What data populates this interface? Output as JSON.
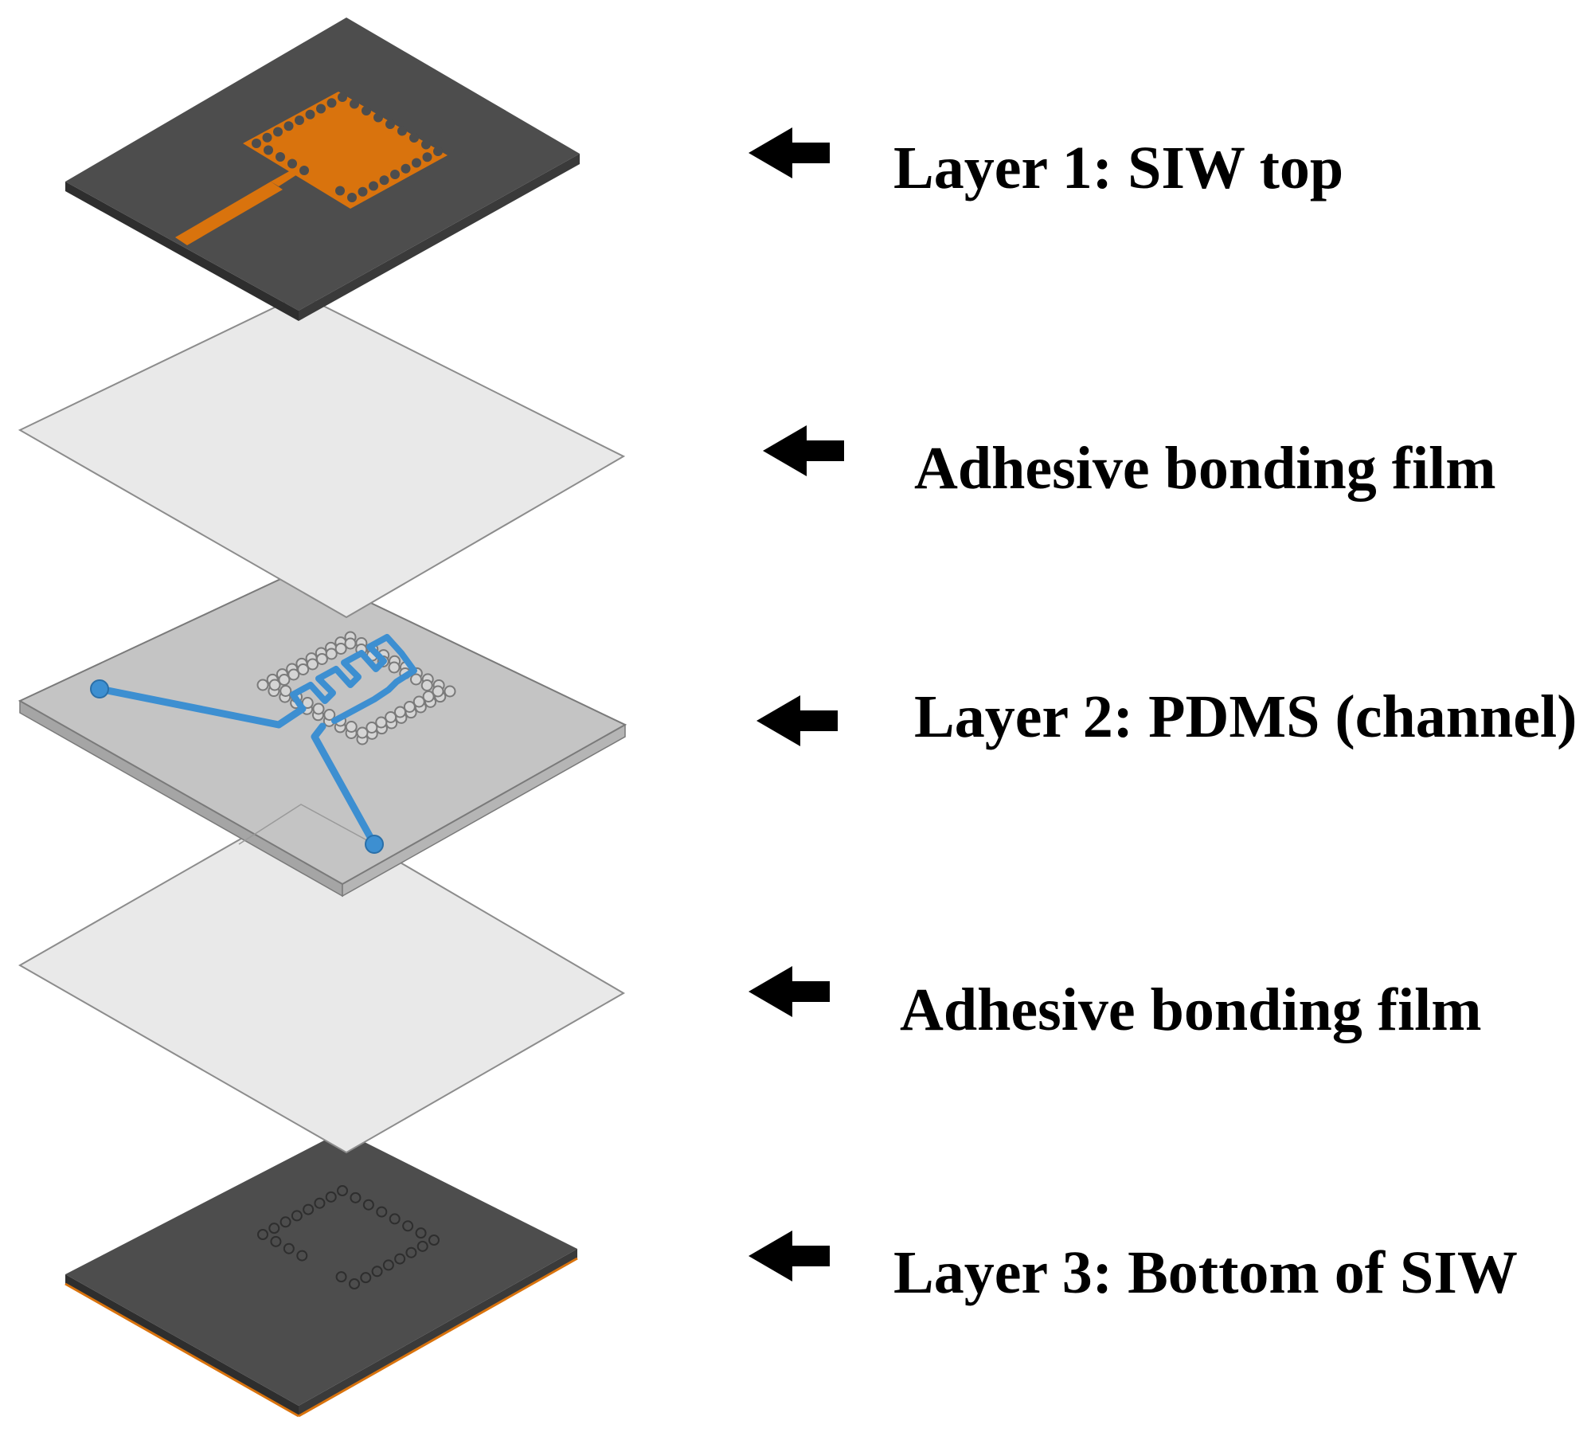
{
  "layers": [
    {
      "id": "layer1",
      "label": "Layer 1: SIW top"
    },
    {
      "id": "adh1",
      "label": "Adhesive bonding film"
    },
    {
      "id": "layer2",
      "label": "Layer 2: PDMS (channel)"
    },
    {
      "id": "adh2",
      "label": "Adhesive bonding film"
    },
    {
      "id": "layer3",
      "label": "Layer 3: Bottom of SIW"
    }
  ],
  "colors": {
    "substrate": "#4d4d4d",
    "substrate_side": "#2e2e2e",
    "copper": "#d9730d",
    "film": "#e9e9e9",
    "film_edge": "#8c8c8c",
    "pdms": "#c4c4c4",
    "pdms_side": "#a5a5a5",
    "channel": "#3d8fd1",
    "arrow": "#000000"
  },
  "icons": [
    "left-arrow-icon"
  ]
}
